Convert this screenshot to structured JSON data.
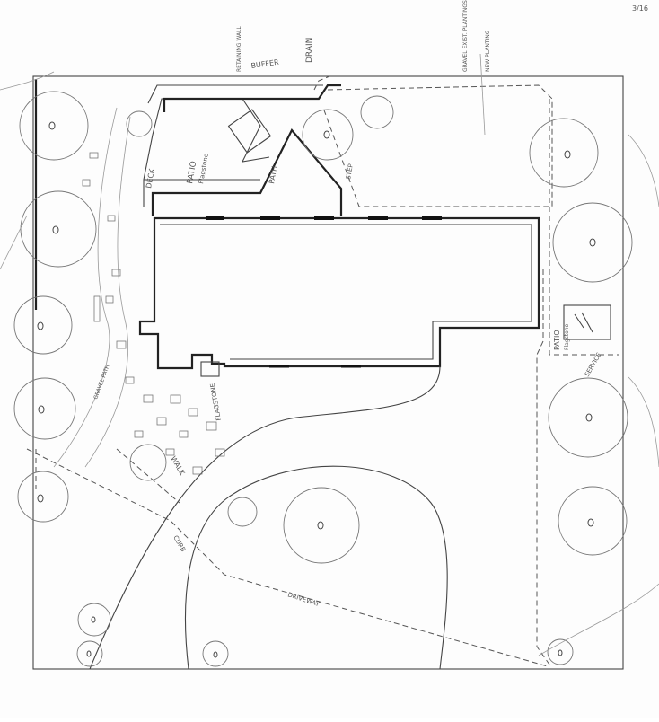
{
  "drawing": {
    "title": "Site plan sketch (hand-drawn landscape layout)"
  },
  "labels": {
    "drain": "DRAIN",
    "buffer": "BUFFER",
    "patio_top": "PATIO",
    "patio_top_sub": "Flagstone",
    "patio_right": "PATIO",
    "patio_right_sub": "Flagstone",
    "step": "STEP",
    "deck": "DECK",
    "path": "PATH",
    "walk": "WALK",
    "flagstone": "FLAGSTONE",
    "driveway": "DRIVEWAY",
    "curb": "CURB",
    "service": "SERVICE",
    "retaining_wall": "RETAINING WALL",
    "gravel_path": "GRAVEL PATH",
    "margin_note_1": "GRAVEL EXIST. PLANTINGS",
    "margin_note_2": "NEW PLANTING",
    "corner_note": "3/16"
  },
  "colors": {
    "ink": "#444444",
    "paper": "#fdfdfd"
  }
}
